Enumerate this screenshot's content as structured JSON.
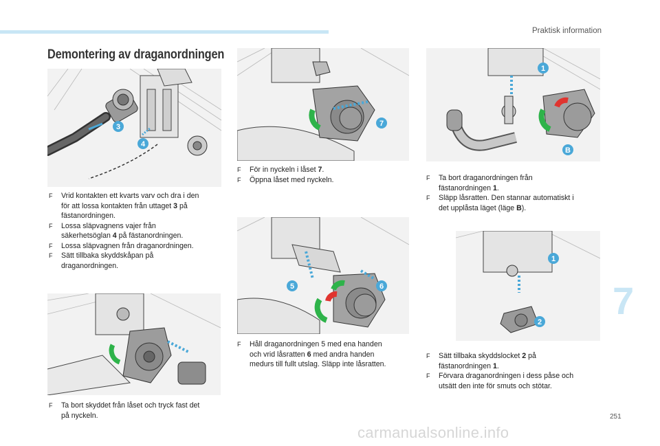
{
  "header": {
    "section_title": "Praktisk information"
  },
  "page": {
    "title": "Demontering av draganordningen",
    "chapter_number": "7",
    "page_number": "251",
    "watermark": "carmanualsonline.info"
  },
  "colors": {
    "accent_light": "#c8e6f5",
    "badge": "#4aa8d8",
    "lock_green": "#2eb34a",
    "lock_red": "#e0342f"
  },
  "figures": {
    "fig1": {
      "badges": [
        "3",
        "4"
      ]
    },
    "fig2": {
      "badges": [
        "7"
      ]
    },
    "fig3": {
      "badges": [
        "1",
        "B"
      ]
    },
    "fig4": {
      "badges": []
    },
    "fig5": {
      "badges": [
        "5",
        "6"
      ]
    },
    "fig6": {
      "badges": [
        "1",
        "2"
      ]
    }
  },
  "steps": {
    "block1": [
      [
        "Vrid kontakten ett kvarts varv och dra i den",
        "för att lossa kontakten från uttaget ",
        "3",
        " på",
        "fästanordningen."
      ],
      [
        "Lossa släpvagnens vajer från",
        "säkerhetsöglan ",
        "4",
        " på fästanordningen."
      ],
      [
        "Lossa släpvagnen från draganordningen."
      ],
      [
        "Sätt tillbaka skyddskåpan på",
        "draganordningen."
      ]
    ],
    "block2": [
      [
        "Ta bort skyddet från låset och tryck fast det",
        "på nyckeln."
      ]
    ],
    "block3": [
      [
        "För in nyckeln i låset ",
        "7",
        "."
      ],
      [
        "Öppna låset med nyckeln."
      ]
    ],
    "block4": [
      [
        "Håll draganordningen 5 med ena handen",
        "och vrid låsratten ",
        "6",
        " med andra handen",
        "medurs till fullt utslag. Släpp inte låsratten."
      ]
    ],
    "block5": [
      [
        "Ta bort draganordningen från",
        "fästanordningen ",
        "1",
        "."
      ],
      [
        "Släpp låsratten. Den stannar automatiskt i",
        "det upplåsta läget (läge ",
        "B",
        ")."
      ]
    ],
    "block6": [
      [
        "Sätt tillbaka skyddslocket ",
        "2",
        " på",
        "fästanordningen ",
        "1",
        "."
      ],
      [
        "Förvara draganordningen i dess påse och",
        "utsätt den inte för smuts och stötar."
      ]
    ],
    "bullet": "F"
  }
}
